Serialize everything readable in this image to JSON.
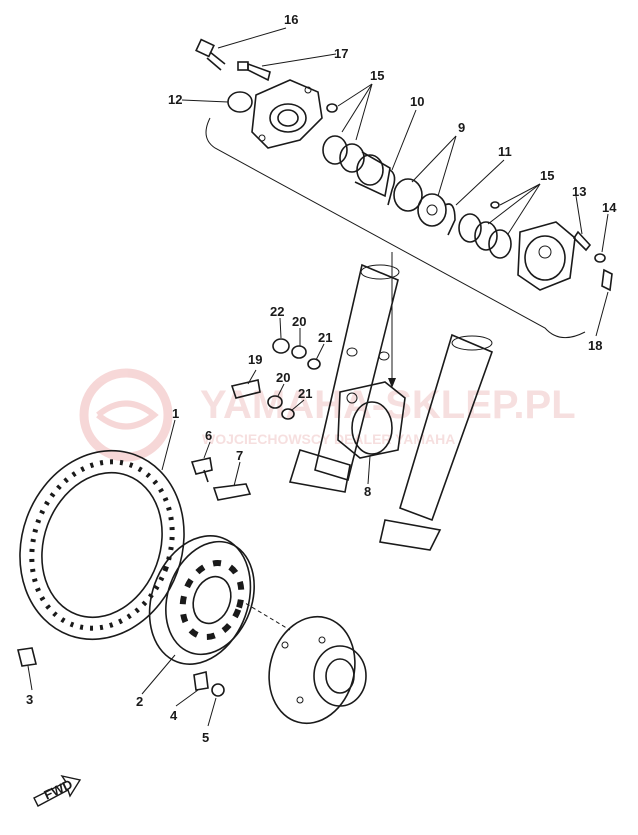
{
  "watermark": {
    "brand": "YAMAHA-SKLEP.PL",
    "subtitle": "WOJCIECHOWSCY DEALER YAMAHA",
    "color": "#f2c4c4"
  },
  "fwd_label": "FWD",
  "callouts": {
    "c1": "1",
    "c2": "2",
    "c3": "3",
    "c4": "4",
    "c5": "5",
    "c6": "6",
    "c7": "7",
    "c8": "8",
    "c9": "9",
    "c10": "10",
    "c11": "11",
    "c12": "12",
    "c13": "13",
    "c14": "14",
    "c15a": "15",
    "c15b": "15",
    "c16": "16",
    "c17": "17",
    "c18": "18",
    "c19": "19",
    "c20a": "20",
    "c20b": "20",
    "c21a": "21",
    "c21b": "21",
    "c22": "22"
  }
}
